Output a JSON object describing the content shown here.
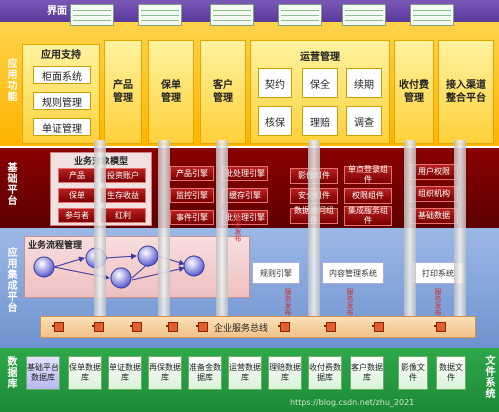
{
  "bands": {
    "interface": "界面",
    "app": "应用功能",
    "base": "基础平台",
    "integration": "应用集成平台",
    "db": "数据库",
    "file": "文件系统"
  },
  "app_modules": {
    "support_title": "应用支持",
    "support_items": [
      "柜面系统",
      "规则管理",
      "单证管理"
    ],
    "product": "产品管理",
    "underwriting": "保单管理",
    "customer": "客户管理",
    "ops_title": "运营管理",
    "ops_items": [
      "契约",
      "保全",
      "续期",
      "核保",
      "理赔",
      "调查"
    ],
    "payment": "收付费管理",
    "channel": "接入渠道整合平台"
  },
  "base_platform": {
    "bo_title": "业务对象模型",
    "bo_items": [
      "产品",
      "投资账户",
      "保单",
      "生存收益",
      "参与者",
      "红利"
    ],
    "engines": [
      "产品引擎",
      "监控引擎",
      "事件引擎"
    ],
    "services": [
      "批处理引擎",
      "缓存引擎",
      "批处理引擎"
    ],
    "components": [
      "影像组件",
      "安全组件",
      "数据访问组件"
    ],
    "auth": [
      "单点登录组件",
      "权限组件",
      "集成服务组件"
    ],
    "perm": [
      "用户权限",
      "组织机构",
      "基础数据"
    ]
  },
  "integration": {
    "bpm_title": "业务流程管理",
    "rule_engine": "规则引擎",
    "content": "内容管理系统",
    "print": "打印系统",
    "esb": "企业服务总线",
    "service_note": "服务发布"
  },
  "databases": {
    "items": [
      "基础平台数据库",
      "保单数据库",
      "单证数据库",
      "再保数据库",
      "准备金数据库",
      "运营数据库",
      "理赔数据库",
      "收付费数据库",
      "客户数据库"
    ],
    "files": [
      "影像文件",
      "数据文件"
    ]
  },
  "watermark": "https://blog.csdn.net/zhu_2021"
}
